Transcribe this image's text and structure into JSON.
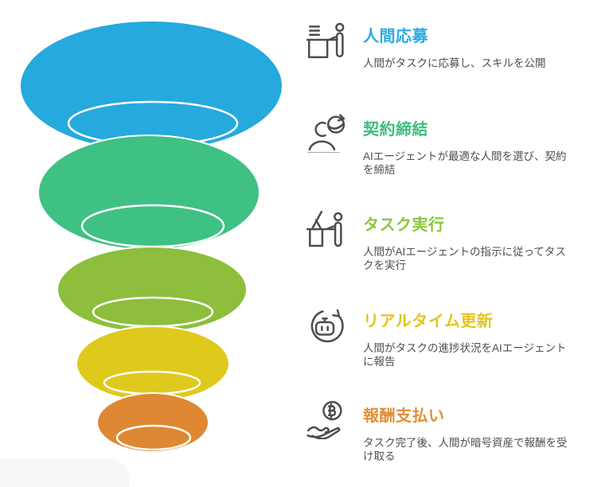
{
  "page": {
    "background": "#ffffff"
  },
  "funnel": {
    "stages": [
      {
        "color": "#26A9DC"
      },
      {
        "color": "#3FC184"
      },
      {
        "color": "#8DBE3C"
      },
      {
        "color": "#DFC91D"
      },
      {
        "color": "#DE8833"
      }
    ]
  },
  "steps": [
    {
      "icon": "application-desk-icon",
      "title": "人間応募",
      "title_color": "#29ABE2",
      "description": "人間がタスクに応募し、スキルを公開"
    },
    {
      "icon": "contract-sync-person-icon",
      "title": "契約締結",
      "title_color": "#3CBE7B",
      "description": "AIエージェントが最適な人間を選び、契約を締結"
    },
    {
      "icon": "task-computer-desk-icon",
      "title": "タスク実行",
      "title_color": "#8CC63F",
      "description": "人間がAIエージェントの指示に従ってタスクを実行"
    },
    {
      "icon": "realtime-robot-refresh-icon",
      "title": "リアルタイム更新",
      "title_color": "#E2C51F",
      "description": "人間がタスクの進捗状況をAIエージェントに報告"
    },
    {
      "icon": "crypto-payment-hand-icon",
      "title": "報酬支払い",
      "title_color": "#E28F38",
      "description": "タスク完了後、人間が暗号資産で報酬を受け取る"
    }
  ]
}
